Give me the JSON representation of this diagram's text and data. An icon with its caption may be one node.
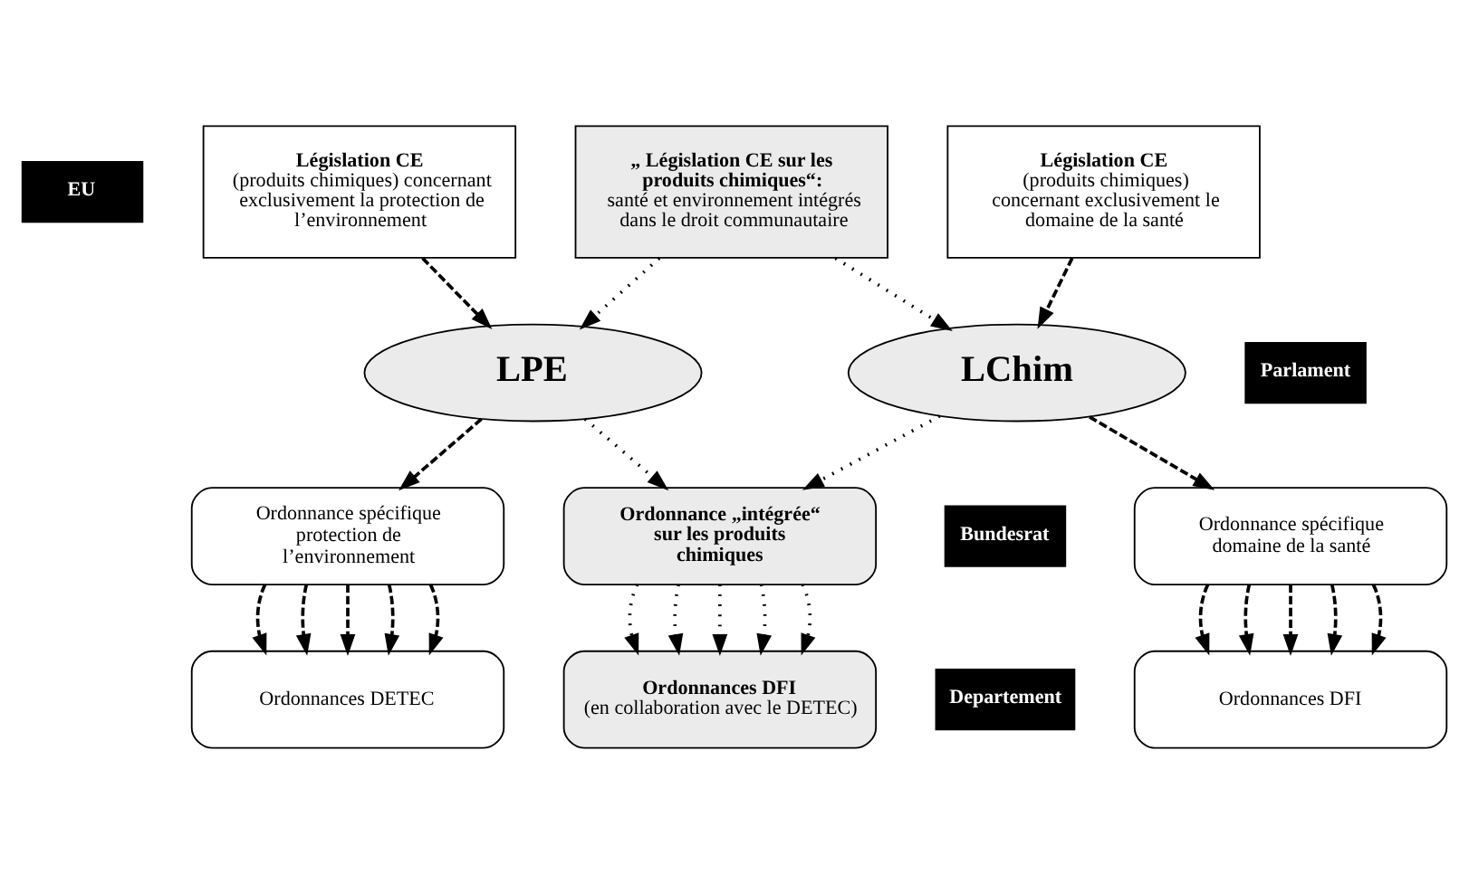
{
  "diagram": {
    "nodes": [
      {
        "text": [
          "EU"
        ]
      },
      {
        "text": [
          "Législation CE",
          "(produits chimiques) concernant exclusivement la protection de l’environnement"
        ]
      },
      {
        "text": [
          "„ Législation CE sur les produits chimiques“:",
          "santé et environnement intégrés dans le droit communautaire"
        ]
      },
      {
        "text": [
          "Législation CE",
          "(produits chimiques) concernant exclusivement le domaine de la santé"
        ]
      },
      {
        "text": [
          "Parlament"
        ]
      },
      {
        "text": [
          "LPE"
        ]
      },
      {
        "text": [
          "LChim"
        ]
      },
      {
        "text": [
          "Bundesrat"
        ]
      },
      {
        "text": [
          "Ordonnance spécifique protection de l’environnement"
        ]
      },
      {
        "text": [
          "Ordonnance „intégrée“ sur les produits chimiques"
        ]
      },
      {
        "text": [
          "Ordonnance spécifique domaine de la santé"
        ]
      },
      {
        "text": [
          "Departement"
        ]
      },
      {
        "text": [
          "Ordonnances DETEC"
        ]
      },
      {
        "text": [
          "Ordonnances DFI",
          "(en collaboration avec le DETEC)"
        ]
      },
      {
        "text": [
          "Ordonnances DFI"
        ]
      }
    ],
    "edges": [
      {
        "from": 1,
        "to": 5,
        "arrow": "to"
      },
      {
        "from": 2,
        "to": 5,
        "arrow": "to",
        "style": "dashed"
      },
      {
        "from": 2,
        "to": 6,
        "arrow": "to",
        "style": "dashed"
      },
      {
        "from": 3,
        "to": 6,
        "arrow": "to"
      },
      {
        "from": 5,
        "to": 8,
        "arrow": "to"
      },
      {
        "from": 5,
        "to": 9,
        "arrow": "to",
        "style": "dashed"
      },
      {
        "from": 6,
        "to": 9,
        "arrow": "to",
        "style": "dashed"
      },
      {
        "from": 6,
        "to": 10,
        "arrow": "to"
      },
      {
        "from": 8,
        "to": 12,
        "arrow": "to"
      },
      {
        "from": 8,
        "to": 12,
        "arrow": "to"
      },
      {
        "from": 8,
        "to": 12,
        "arrow": "to"
      },
      {
        "from": 8,
        "to": 12,
        "arrow": "to"
      },
      {
        "from": 8,
        "to": 12,
        "arrow": "to"
      },
      {
        "from": 9,
        "to": 13,
        "arrow": "to",
        "style": "dashed"
      },
      {
        "from": 9,
        "to": 13,
        "arrow": "to",
        "style": "dashed"
      },
      {
        "from": 9,
        "to": 13,
        "arrow": "to",
        "style": "dashed"
      },
      {
        "from": 9,
        "to": 13,
        "arrow": "to",
        "style": "dashed"
      },
      {
        "from": 9,
        "to": 13,
        "arrow": "to",
        "style": "dashed"
      },
      {
        "from": 10,
        "to": 14,
        "arrow": "to"
      },
      {
        "from": 10,
        "to": 14,
        "arrow": "to"
      },
      {
        "from": 10,
        "to": 14,
        "arrow": "to"
      },
      {
        "from": 10,
        "to": 14,
        "arrow": "to"
      },
      {
        "from": 10,
        "to": 14,
        "arrow": "to"
      }
    ]
  }
}
